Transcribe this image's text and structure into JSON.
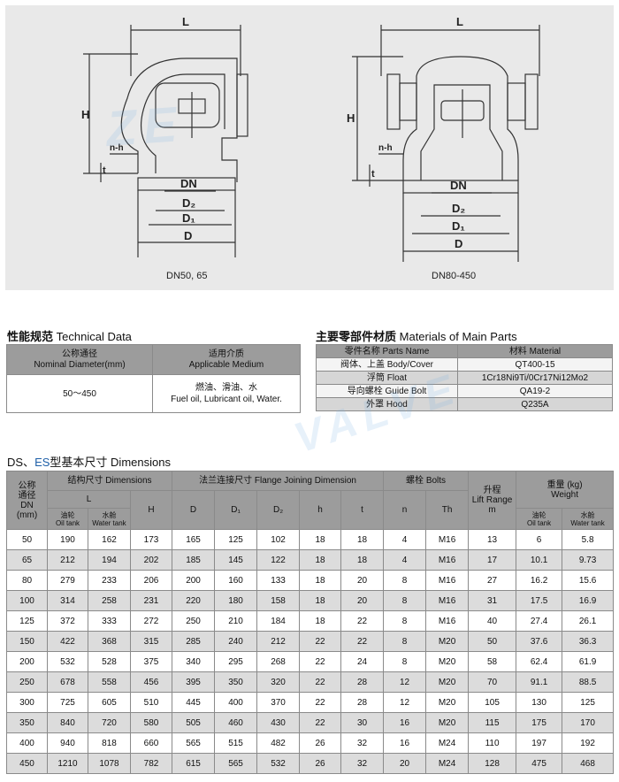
{
  "drawings": {
    "left_caption": "DN50, 65",
    "right_caption": "DN80-450",
    "labels": {
      "L": "L",
      "H": "H",
      "nh": "n-h",
      "t": "t",
      "DN": "DN",
      "D2": "D₂",
      "D1": "D₁",
      "D": "D"
    }
  },
  "technical": {
    "title_cn": "性能规范",
    "title_en": "Technical Data",
    "headers": [
      {
        "cn": "公称通径",
        "en": "Nominal Diameter(mm)"
      },
      {
        "cn": "适用介质",
        "en": "Applicable Medium"
      }
    ],
    "diameter": "50～450",
    "medium_cn": "燃油、滑油、水",
    "medium_en": "Fuel oil, Lubricant oil, Water."
  },
  "materials": {
    "title_cn": "主要零部件材质",
    "title_en": "Materials of Main Parts",
    "headers": [
      "零件名称 Parts Name",
      "材料 Material"
    ],
    "rows": [
      {
        "part": "阀体、上盖 Body/Cover",
        "material": "QT400-15"
      },
      {
        "part": "浮筒 Float",
        "material": "1Cr18Ni9Ti/0Cr17Ni12Mo2"
      },
      {
        "part": "导向螺栓 Guide Bolt",
        "material": "QA19-2"
      },
      {
        "part": "外罩 Hood",
        "material": "Q235A"
      }
    ]
  },
  "dimensions": {
    "title_prefix": "DS、",
    "title_es": "ES",
    "title_cn": "型基本尺寸",
    "title_en": "Dimensions",
    "headers": {
      "dn": [
        "公称",
        "通径",
        "DN",
        "(mm)"
      ],
      "structure": "结构尺寸 Dimensions",
      "flange": "法兰连接尺寸 Flange Joining Dimension",
      "bolts": "螺栓 Bolts",
      "lift": [
        "升程",
        "Lift Range",
        "m"
      ],
      "weight": [
        "重量 (kg)",
        "Weight"
      ],
      "L": "L",
      "oil_cn": "油轮",
      "oil_en": "Oil tank",
      "water_cn": "水舱",
      "water_en": "Water tank",
      "H": "H",
      "D": "D",
      "D1": "D₁",
      "D2": "D₂",
      "h": "h",
      "t": "t",
      "n": "n",
      "Th": "Th"
    },
    "rows": [
      [
        "50",
        "190",
        "162",
        "173",
        "165",
        "125",
        "102",
        "18",
        "18",
        "4",
        "M16",
        "13",
        "6",
        "5.8"
      ],
      [
        "65",
        "212",
        "194",
        "202",
        "185",
        "145",
        "122",
        "18",
        "18",
        "4",
        "M16",
        "17",
        "10.1",
        "9.73"
      ],
      [
        "80",
        "279",
        "233",
        "206",
        "200",
        "160",
        "133",
        "18",
        "20",
        "8",
        "M16",
        "27",
        "16.2",
        "15.6"
      ],
      [
        "100",
        "314",
        "258",
        "231",
        "220",
        "180",
        "158",
        "18",
        "20",
        "8",
        "M16",
        "31",
        "17.5",
        "16.9"
      ],
      [
        "125",
        "372",
        "333",
        "272",
        "250",
        "210",
        "184",
        "18",
        "22",
        "8",
        "M16",
        "40",
        "27.4",
        "26.1"
      ],
      [
        "150",
        "422",
        "368",
        "315",
        "285",
        "240",
        "212",
        "22",
        "22",
        "8",
        "M20",
        "50",
        "37.6",
        "36.3"
      ],
      [
        "200",
        "532",
        "528",
        "375",
        "340",
        "295",
        "268",
        "22",
        "24",
        "8",
        "M20",
        "58",
        "62.4",
        "61.9"
      ],
      [
        "250",
        "678",
        "558",
        "456",
        "395",
        "350",
        "320",
        "22",
        "28",
        "12",
        "M20",
        "70",
        "91.1",
        "88.5"
      ],
      [
        "300",
        "725",
        "605",
        "510",
        "445",
        "400",
        "370",
        "22",
        "28",
        "12",
        "M20",
        "105",
        "130",
        "125"
      ],
      [
        "350",
        "840",
        "720",
        "580",
        "505",
        "460",
        "430",
        "22",
        "30",
        "16",
        "M20",
        "115",
        "175",
        "170"
      ],
      [
        "400",
        "940",
        "818",
        "660",
        "565",
        "515",
        "482",
        "26",
        "32",
        "16",
        "M24",
        "110",
        "197",
        "192"
      ],
      [
        "450",
        "1210",
        "1078",
        "782",
        "615",
        "565",
        "532",
        "26",
        "32",
        "20",
        "M24",
        "128",
        "475",
        "468"
      ]
    ]
  },
  "colors": {
    "header_gray": "#9c9c9c",
    "row_gray": "#dcdcdc",
    "accent_blue": "#1e5fa8"
  }
}
